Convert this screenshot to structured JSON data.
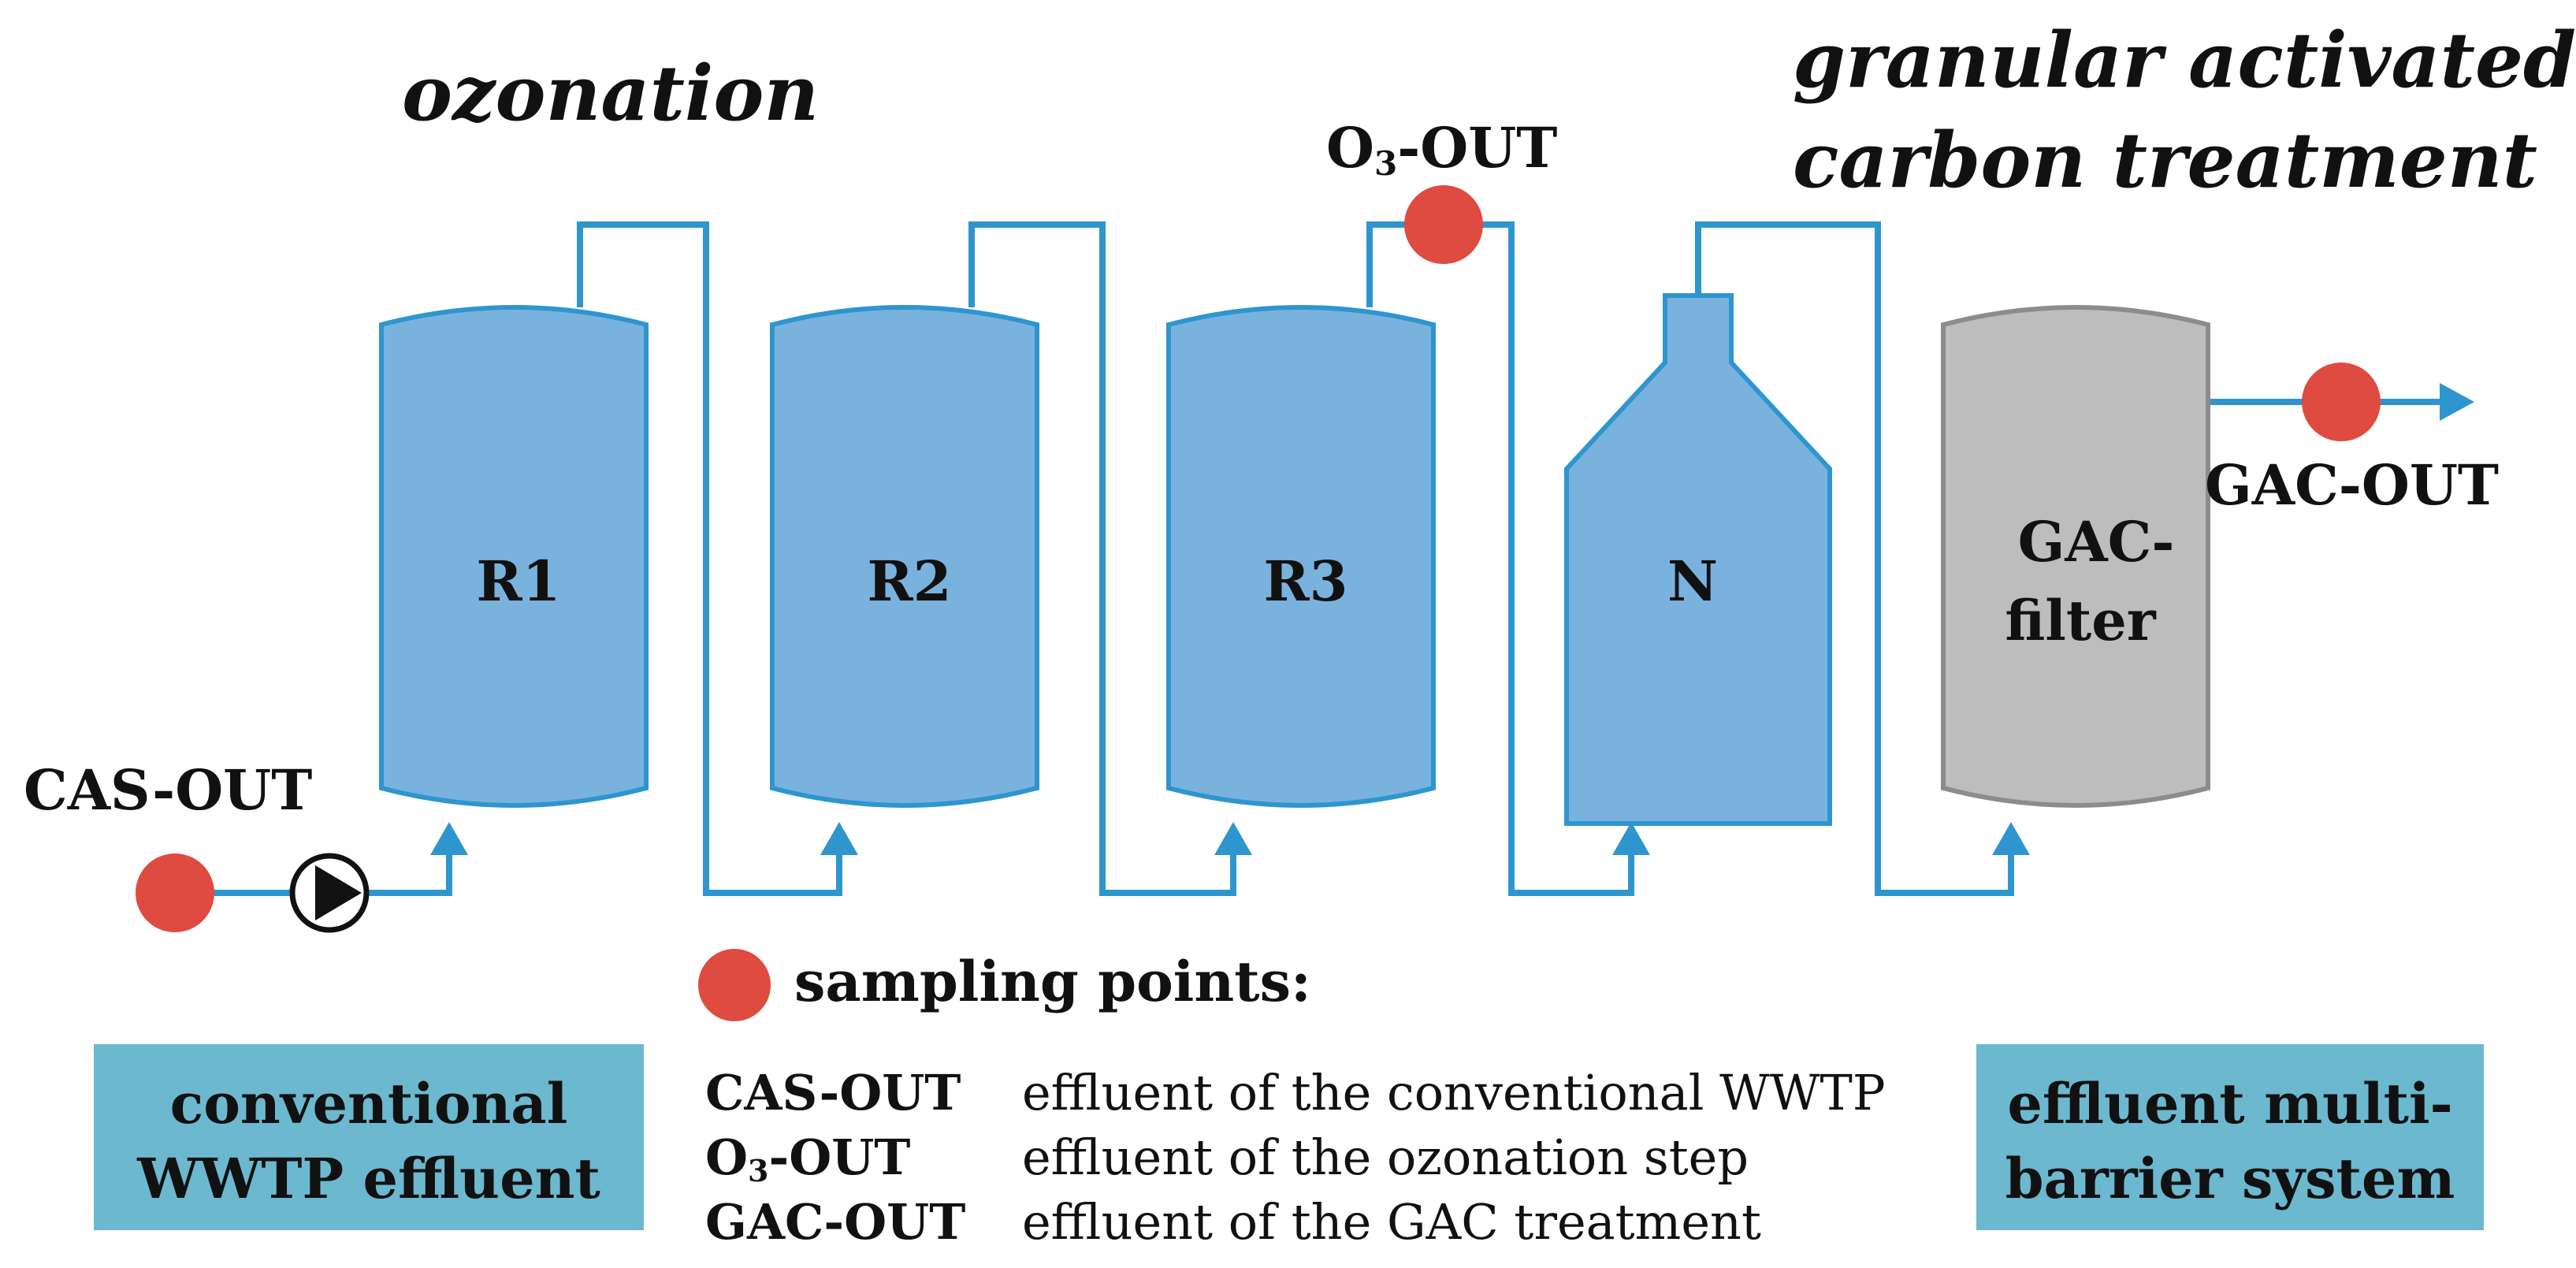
{
  "colors": {
    "pipe": "#2e95cf",
    "reactor_fill": "#7ab2de",
    "reactor_stroke": "#2e95cf",
    "gac_fill": "#bdbdbd",
    "gac_stroke": "#8c8c8c",
    "sampling_point": "#df4b40",
    "box_fill": "#6cb8cf",
    "text": "#111111"
  },
  "icons": {
    "pump": "pump-icon",
    "sampling": "sampling-point-icon",
    "arrow": "arrow-head-icon"
  },
  "headings": {
    "ozonation": "ozonation",
    "gac_line1": "granular activated",
    "gac_line2": "carbon treatment"
  },
  "vessels": {
    "r1": "R1",
    "r2": "R2",
    "r3": "R3",
    "n": "N",
    "gac_line1": "GAC-",
    "gac_line2": "filter"
  },
  "sampling_labels": {
    "cas": "CAS-OUT",
    "o3_prefix": "O",
    "o3_sub": "3",
    "o3_suffix": "-OUT",
    "gac": "GAC-OUT"
  },
  "legend": {
    "title": "sampling points:",
    "rows": [
      {
        "code": "CAS-OUT",
        "desc": "effluent of the conventional WWTP"
      },
      {
        "code_prefix": "O",
        "code_sub": "3",
        "code_suffix": "-OUT",
        "desc": "effluent of the ozonation step"
      },
      {
        "code": "GAC-OUT",
        "desc": "effluent of the GAC treatment"
      }
    ]
  },
  "boxes": {
    "left_line1": "conventional",
    "left_line2": "WWTP effluent",
    "right_line1": "effluent multi-",
    "right_line2": "barrier system"
  }
}
